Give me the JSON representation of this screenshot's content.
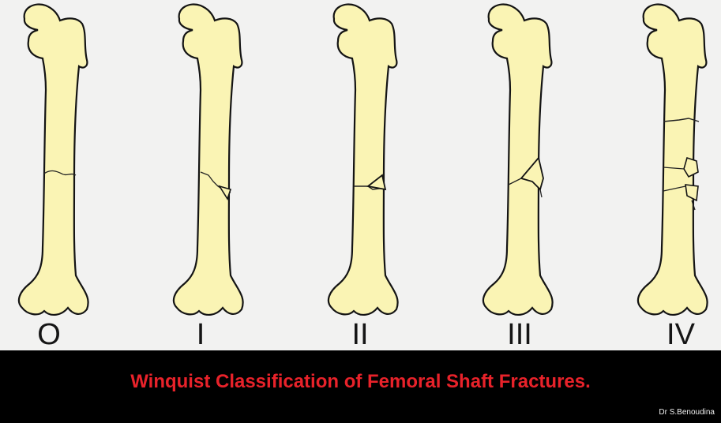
{
  "diagram": {
    "grades": [
      "O",
      "I",
      "II",
      "III",
      "IV"
    ],
    "caption": "Winquist Classification of Femoral Shaft Fractures.",
    "credit": "Dr S.Benoudina"
  },
  "colors": {
    "panel_background": "#f2f2f1",
    "bone_fill": "#faf4b4",
    "bone_outline": "#141414",
    "caption_text": "#e8222a",
    "frame_background": "#000000"
  }
}
